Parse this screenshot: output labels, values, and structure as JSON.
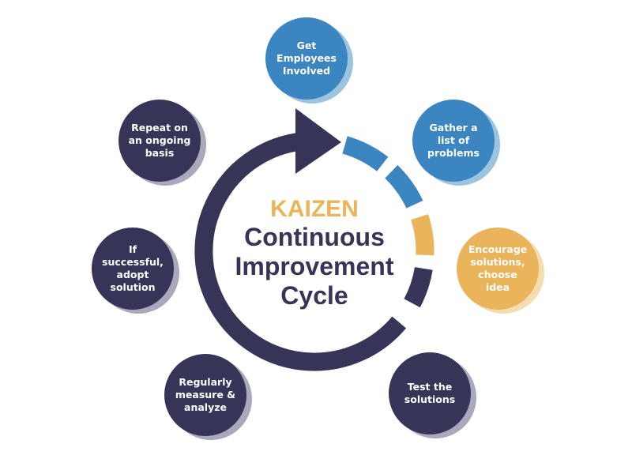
{
  "title": {
    "kaizen": "KAIZEN",
    "subtitle": "Continuous\nImprovement\nCycle"
  },
  "colors": {
    "navy": "#363558",
    "navy_shadow": "#a9a8bd",
    "blue": "#3b86c0",
    "blue_shadow": "#9cc4df",
    "yellow": "#e9b45a",
    "yellow_shadow": "#f5dcb2"
  },
  "steps": [
    {
      "label": "Get\nEmployees\nInvolved",
      "color": "blue"
    },
    {
      "label": "Gather a\nlist of\nproblems",
      "color": "blue"
    },
    {
      "label": "Encourage\nsolutions,\nchoose\nidea",
      "color": "yellow"
    },
    {
      "label": "Test the\nsolutions",
      "color": "navy"
    },
    {
      "label": "Regularly\nmeasure &\nanalyze",
      "color": "navy"
    },
    {
      "label": "If\nsuccessful,\nadopt\nsolution",
      "color": "navy"
    },
    {
      "label": "Repeat on\nan ongoing\nbasis",
      "color": "navy"
    }
  ]
}
